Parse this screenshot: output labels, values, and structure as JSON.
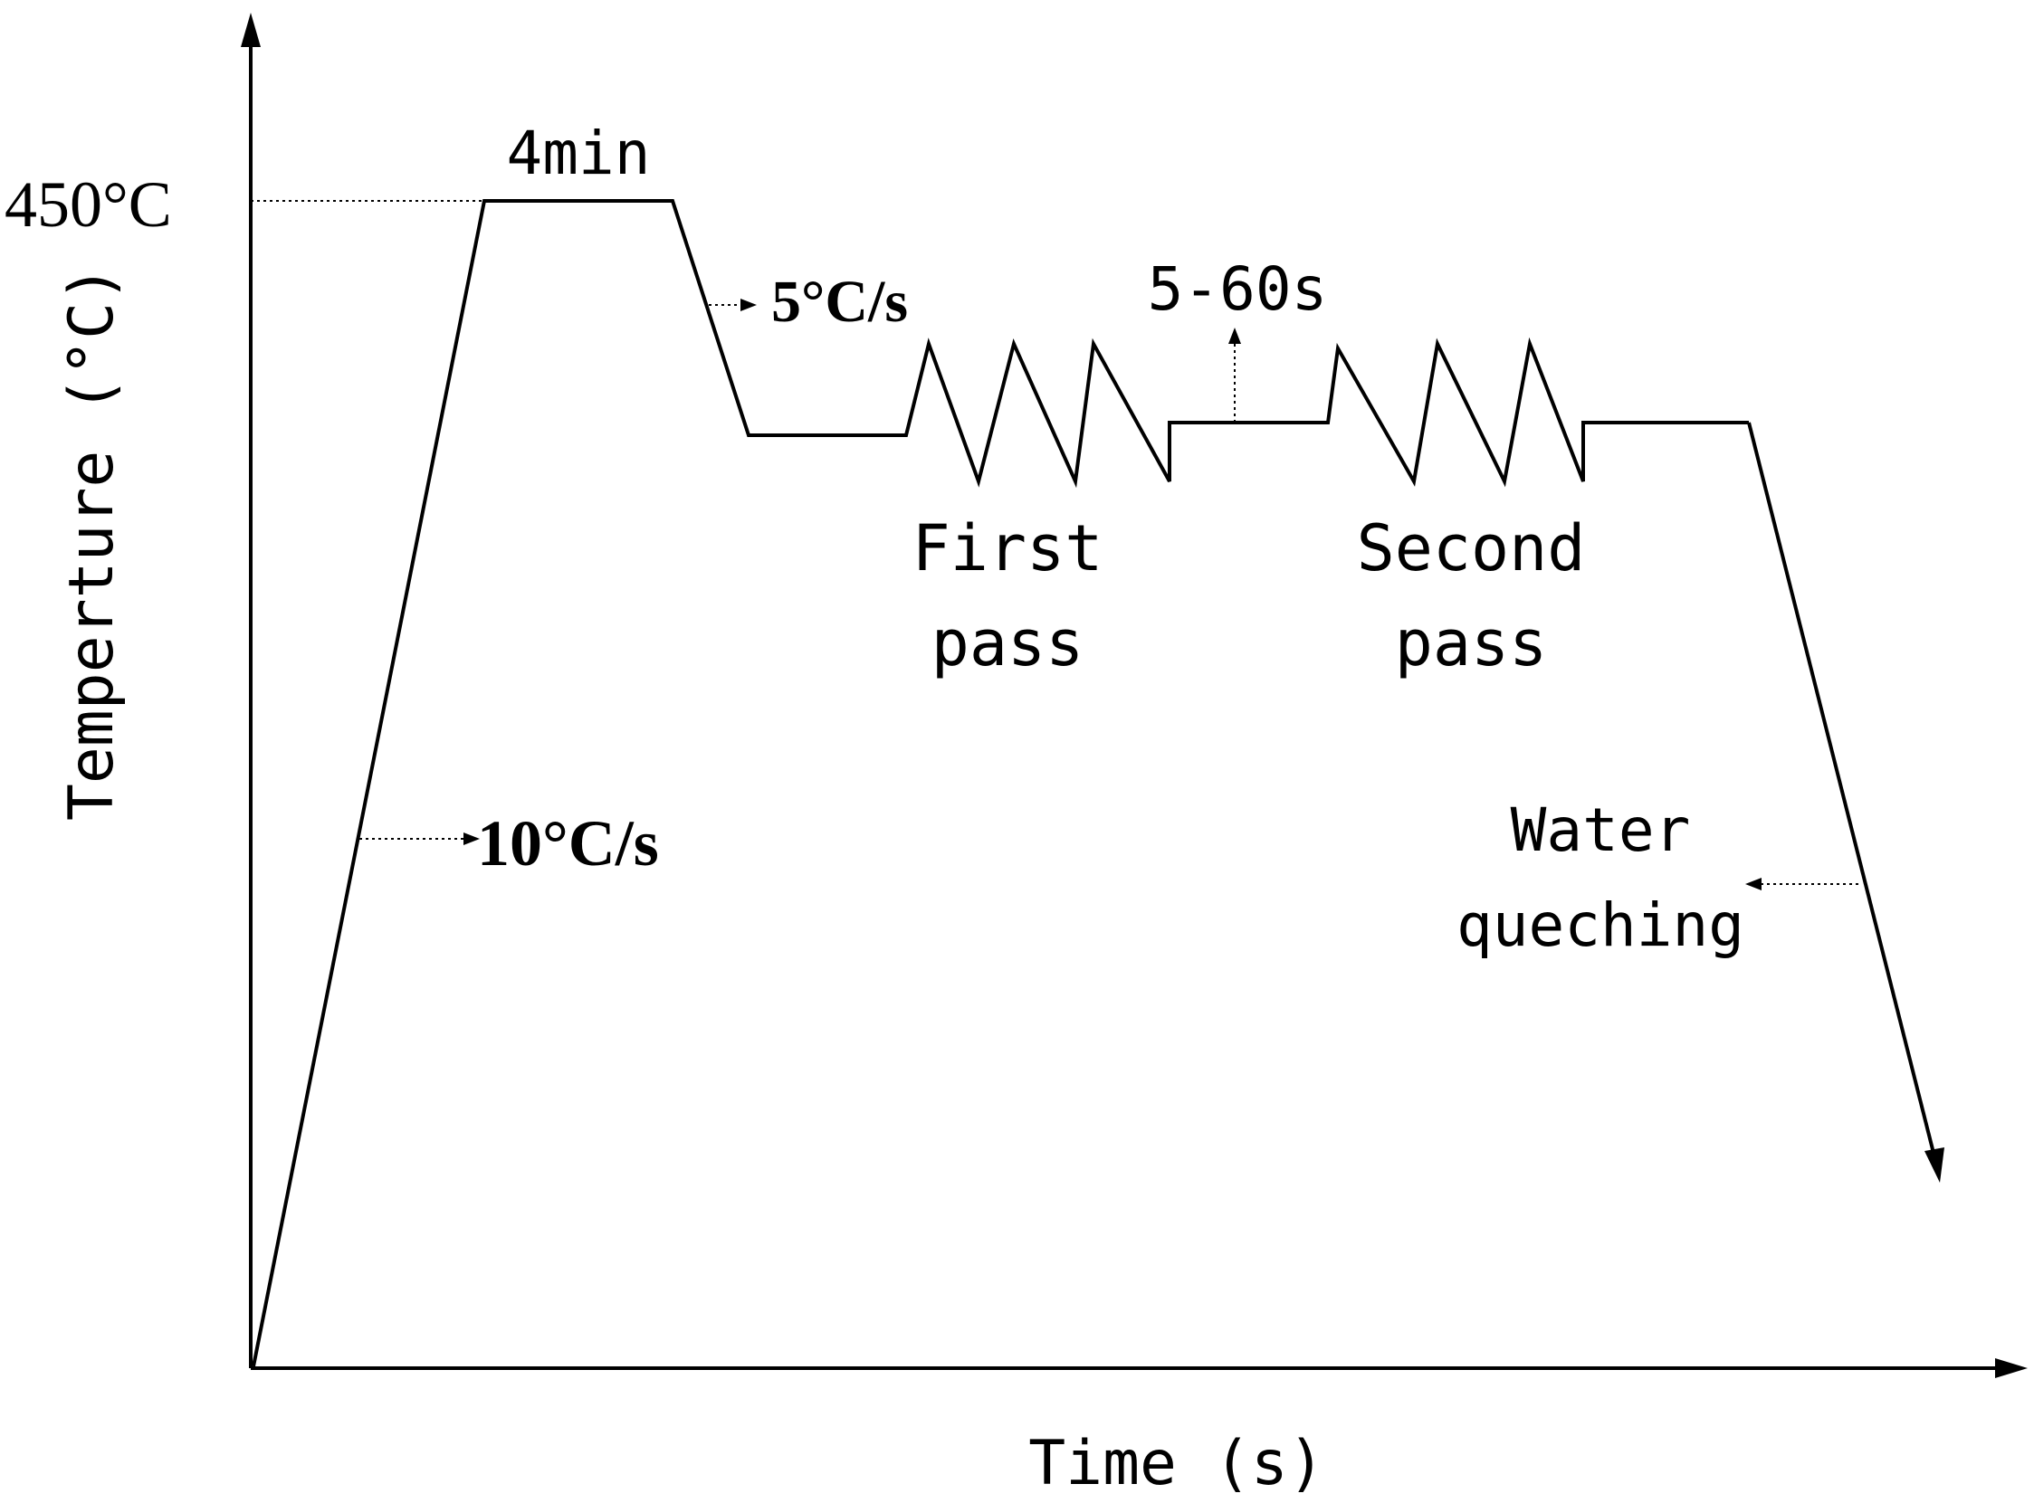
{
  "diagram": {
    "axes": {
      "x_label": "Time (s)",
      "y_label": "Temperture (°C)",
      "y_mark": "450°C"
    },
    "annotations": {
      "hold_time": "4min",
      "heating_rate": "10°C/s",
      "cooling_rate": "5°C/s",
      "interpass_time": "5-60s",
      "first_pass_line1": "First",
      "first_pass_line2": "pass",
      "second_pass_line1": "Second",
      "second_pass_line2": "pass",
      "quench_line1": "Water",
      "quench_line2": "queching"
    }
  }
}
